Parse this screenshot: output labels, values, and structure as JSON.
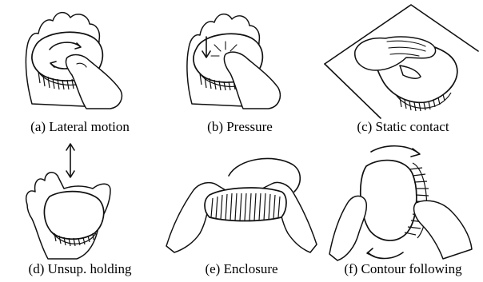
{
  "figure": {
    "panels": [
      {
        "id": "a",
        "caption": "(a) Lateral motion"
      },
      {
        "id": "b",
        "caption": "(b) Pressure"
      },
      {
        "id": "c",
        "caption": "(c) Static contact"
      },
      {
        "id": "d",
        "caption": "(d) Unsup. holding"
      },
      {
        "id": "e",
        "caption": "(e) Enclosure"
      },
      {
        "id": "f",
        "caption": "(f) Contour following"
      }
    ]
  }
}
